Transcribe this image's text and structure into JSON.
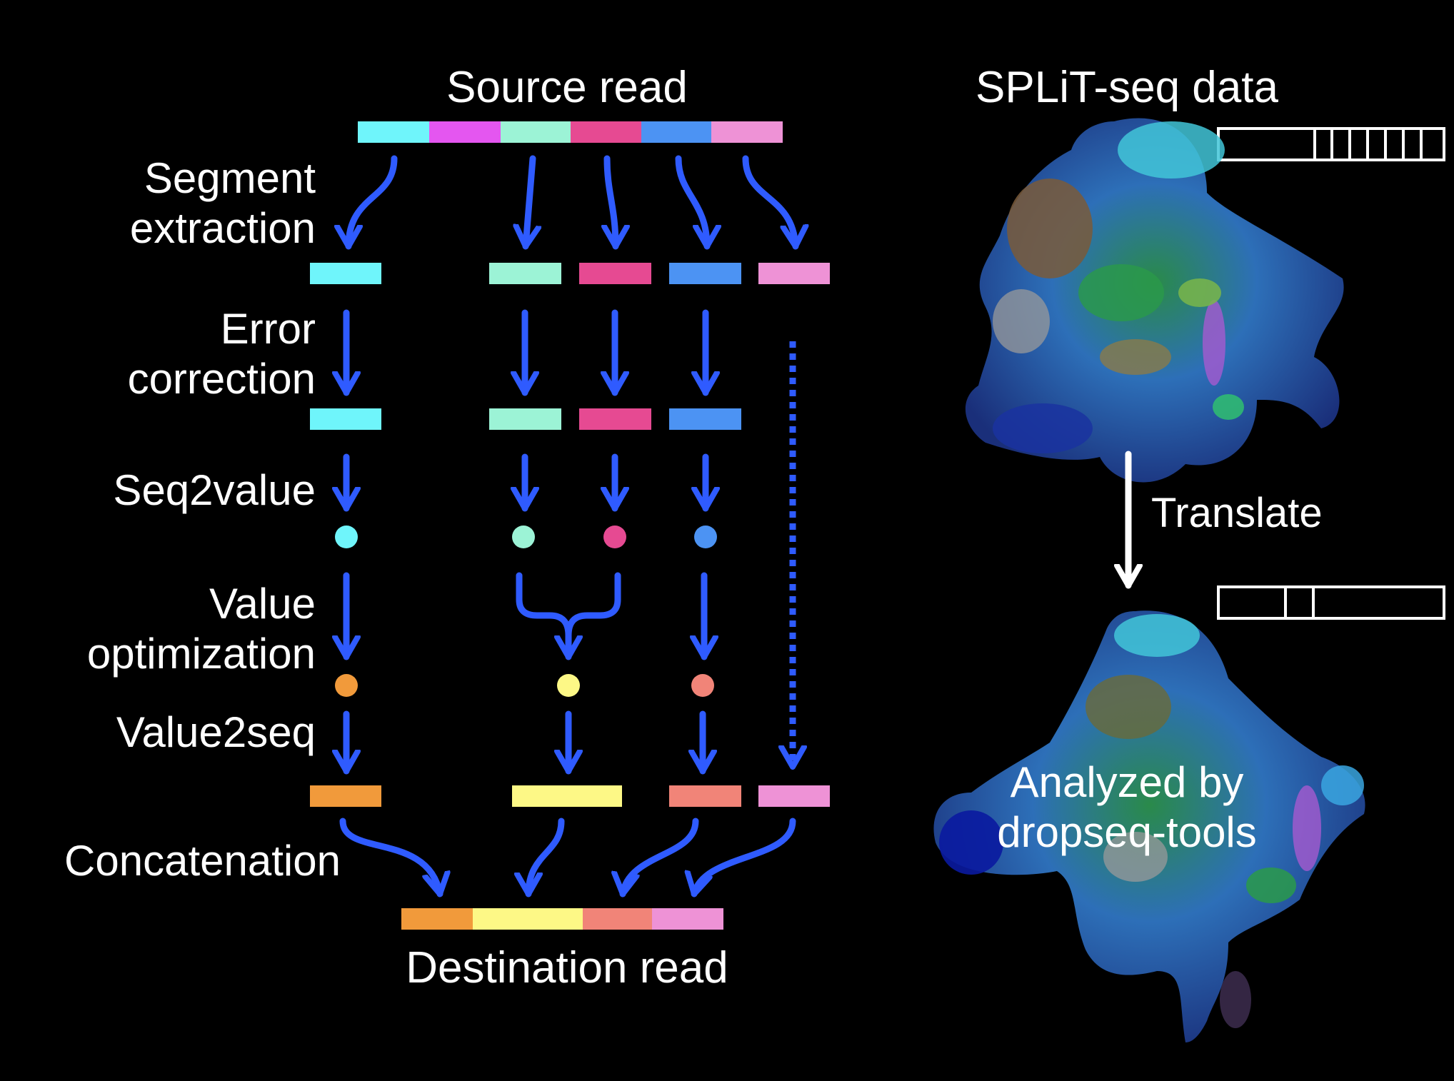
{
  "labels": {
    "source_read": "Source read",
    "destination_read": "Destination read",
    "splitseq_title": "SPLiT-seq data",
    "translate": "Translate",
    "analyzed_line1": "Analyzed by",
    "analyzed_line2": "dropseq-tools"
  },
  "steps": {
    "segment_extraction": [
      "Segment",
      "extraction"
    ],
    "error_correction": [
      "Error",
      "correction"
    ],
    "seq2value": [
      "Seq2value"
    ],
    "value_optimization": [
      "Value",
      "optimization"
    ],
    "value2seq": [
      "Value2seq"
    ],
    "concatenation": [
      "Concatenation"
    ]
  },
  "colors": {
    "background": "#000000",
    "arrow": "#2f5bff",
    "text": "#ffffff",
    "cyan": "#6ff5fb",
    "magenta": "#e456f0",
    "mint": "#9cf3d6",
    "pink": "#e64a92",
    "blue": "#4c93f3",
    "light_pink": "#ee92d6",
    "orange": "#f19a3b",
    "yellow": "#fdf886",
    "salmon": "#f18478"
  },
  "source_segments": [
    "cyan",
    "magenta",
    "mint",
    "pink",
    "blue",
    "light_pink"
  ],
  "destination_segments": [
    "orange",
    "yellow",
    "salmon",
    "light_pink"
  ],
  "barcode_boxes": {
    "source_cells": 8,
    "destination_cells": 3
  }
}
